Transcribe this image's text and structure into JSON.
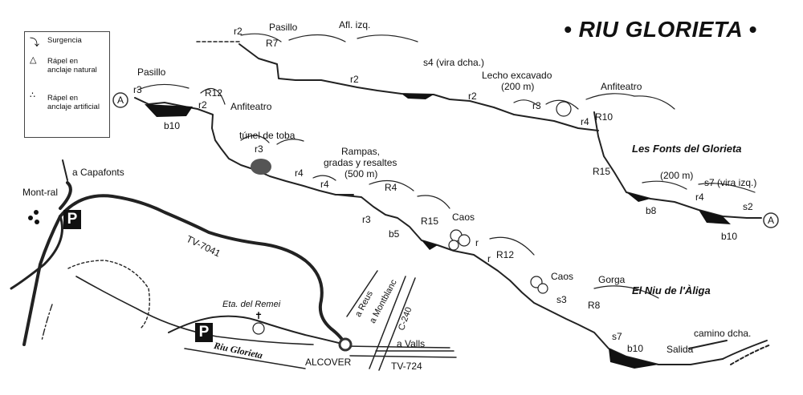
{
  "title": "• RIU GLORIETA •",
  "legend": {
    "items": [
      {
        "icon": "surgencia-icon",
        "label": "Surgencia"
      },
      {
        "icon": "rapel-natural-icon",
        "label": "Rápel en anclaje natural"
      },
      {
        "icon": "rapel-artificial-icon",
        "label": "Rápel en anclaje artificial"
      }
    ]
  },
  "markers": {
    "a": "A"
  },
  "topo": {
    "seg1": {
      "pasillo": "Pasillo",
      "r3": "r3",
      "b10": "b10",
      "r2": "r2",
      "R12": "R12",
      "anfiteatro": "Anfiteatro",
      "tunel": "túnel de toba",
      "r3b": "r3",
      "r4": "r4"
    },
    "seg2": {
      "r2a": "r2",
      "pasillo": "Pasillo",
      "R7": "R7",
      "afl": "Afl. izq.",
      "s4": "s4 (vira dcha.)",
      "r2b": "r2",
      "lecho": "Lecho excavado",
      "lecho_len": "(200 m)",
      "r2c": "r2",
      "r3": "r3"
    },
    "seg3": {
      "anfiteatro": "Anfiteatro",
      "R10": "R10",
      "r4": "r4",
      "fonts": "Les Fonts del Glorieta",
      "R15": "R15",
      "dist": "(200 m)",
      "s7": "s7 (vira izq.)",
      "r4b": "r4",
      "b8": "b8",
      "s2": "s2",
      "b10": "b10"
    },
    "seg4": {
      "rampas": "Rampas,",
      "gradas": "gradas y resaltes",
      "dist": "(500 m)",
      "r4": "r4",
      "R4": "R4",
      "r3": "r3",
      "b5": "b5",
      "R15": "R15",
      "caos": "Caos",
      "r": "r"
    },
    "seg5": {
      "r": "r",
      "R12": "R12",
      "caos": "Caos",
      "s3": "s3",
      "gorga": "Gorga",
      "niu": "El Niu de l'Àliga",
      "R8": "R8",
      "s7": "s7",
      "b10": "b10",
      "salida": "Salida",
      "camino": "camino dcha."
    }
  },
  "map": {
    "capafonts": "a Capafonts",
    "montral": "Mont-ral",
    "tv7041": "TV-7041",
    "eta": "Eta. del Remei",
    "riu": "Riu Glorieta",
    "alcover": "ALCOVER",
    "reus": "a Reus",
    "montblanc": "a Montblanc",
    "c240": "C-240",
    "valls": "a Valls",
    "tv724": "TV-724",
    "parking": "P"
  }
}
